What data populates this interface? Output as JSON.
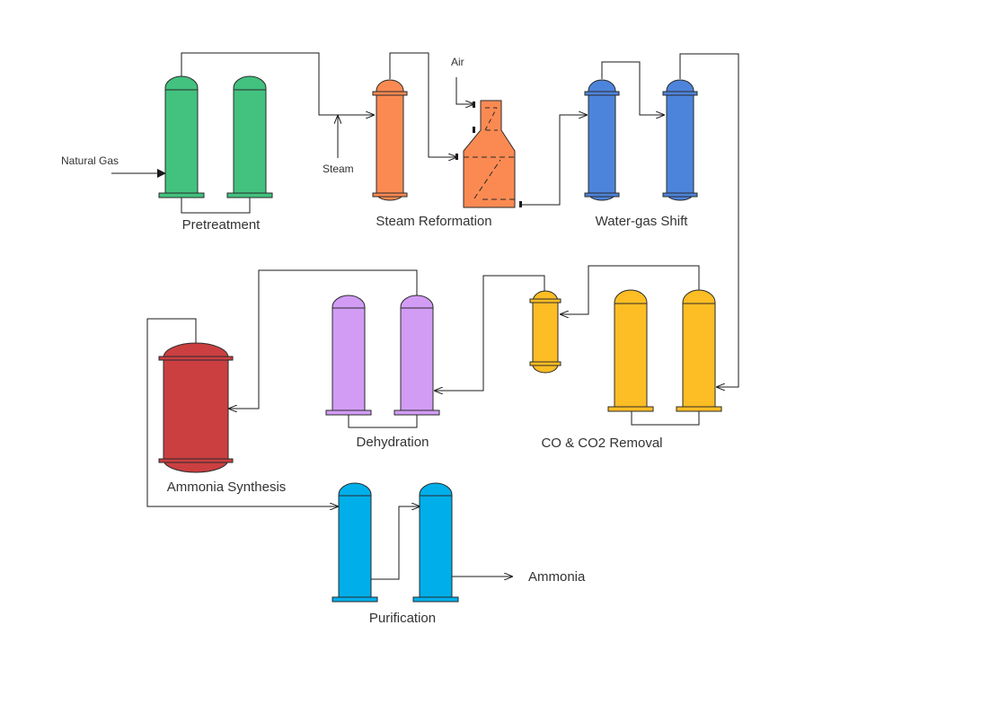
{
  "diagram": {
    "stages": {
      "pretreatment": {
        "label": "Pretreatment",
        "color": "#43c17f"
      },
      "steam_reformation": {
        "label": "Steam Reformation",
        "color": "#fb8a52"
      },
      "water_gas_shift": {
        "label": "Water-gas Shift",
        "color": "#4d84db"
      },
      "co_co2_removal": {
        "label": "CO & CO2 Removal",
        "color": "#fdbd24"
      },
      "dehydration": {
        "label": "Dehydration",
        "color": "#d29cf5"
      },
      "ammonia_synthesis": {
        "label": "Ammonia Synthesis",
        "color": "#cb3f41"
      },
      "purification": {
        "label": "Purification",
        "color": "#00afe9"
      }
    },
    "streams": {
      "natural_gas": "Natural Gas",
      "steam": "Steam",
      "air": "Air",
      "ammonia": "Ammonia"
    }
  }
}
